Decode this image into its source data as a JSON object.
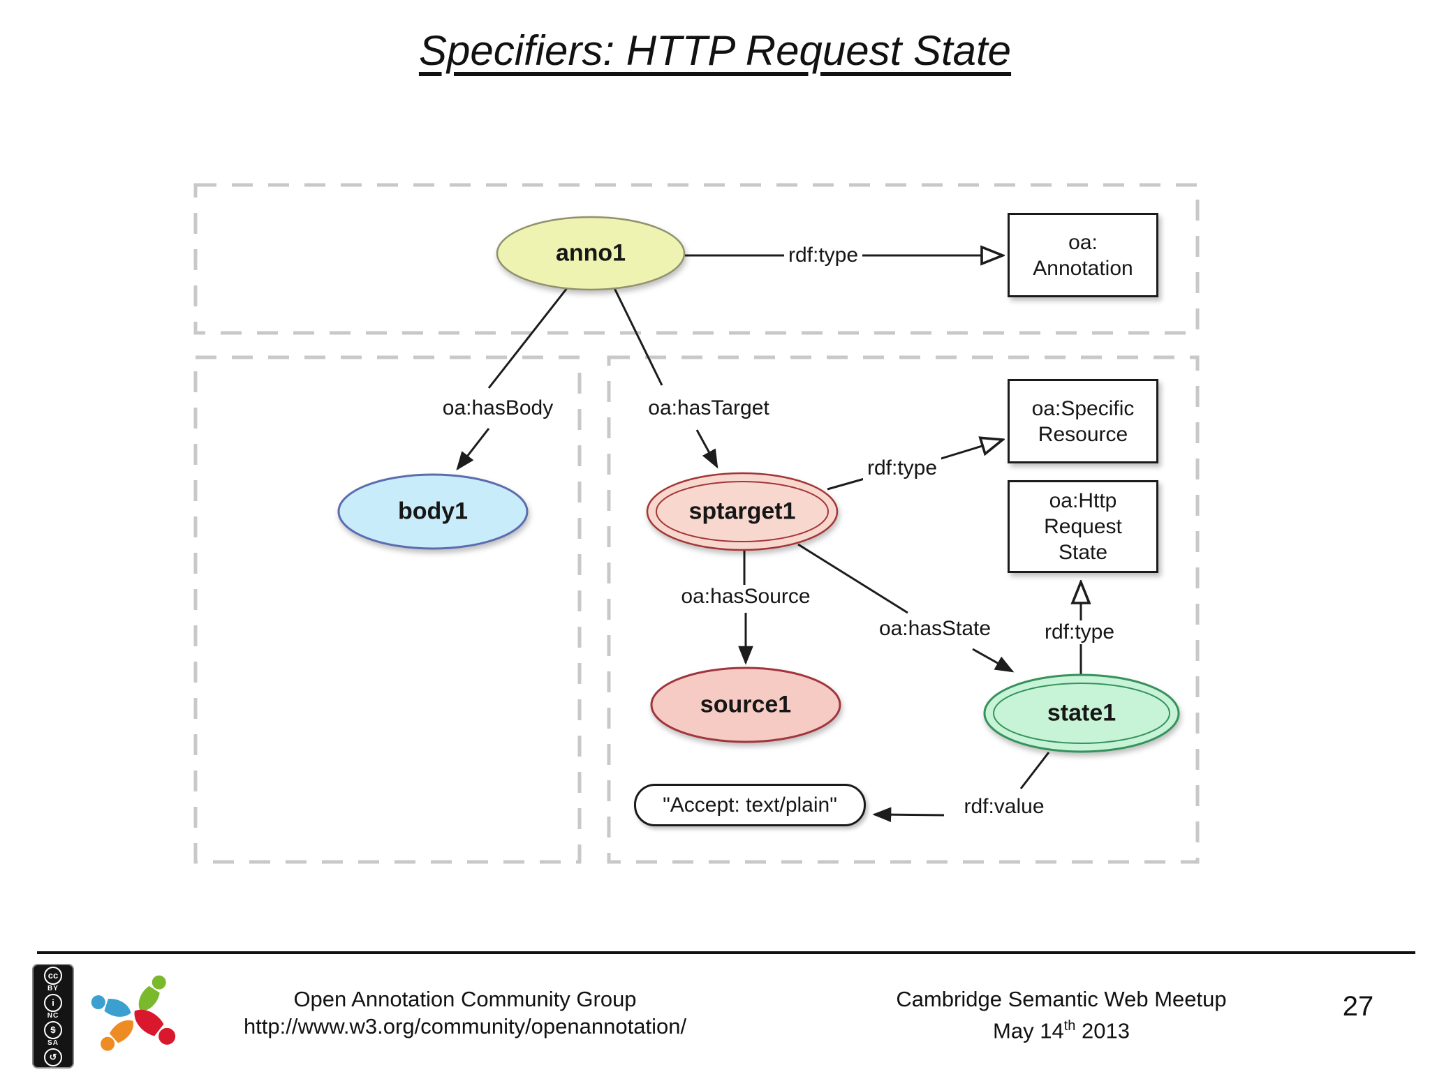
{
  "slide": {
    "title": "Specifiers: HTTP Request State",
    "page_number": "27"
  },
  "diagram": {
    "nodes": {
      "anno1": {
        "label": "anno1",
        "fill": "#eff3b2",
        "stroke": "#90916c",
        "shape": "ellipse"
      },
      "body1": {
        "label": "body1",
        "fill": "#c9ecfa",
        "stroke": "#5b6cae",
        "shape": "ellipse"
      },
      "sptarget1": {
        "label": "sptarget1",
        "fill": "#f8d8ce",
        "stroke": "#a13636",
        "shape": "double-ellipse"
      },
      "source1": {
        "label": "source1",
        "fill": "#f5cbc4",
        "stroke": "#a1363c",
        "shape": "ellipse"
      },
      "state1": {
        "label": "state1",
        "fill": "#c7f4d6",
        "stroke": "#35925c",
        "shape": "double-ellipse"
      },
      "literal": {
        "label": "\"Accept: text/plain\"",
        "shape": "rounded-rect"
      }
    },
    "classes": {
      "annotation": {
        "line1": "oa:",
        "line2": "Annotation"
      },
      "specific_resource": {
        "line1": "oa:Specific",
        "line2": "Resource"
      },
      "http_request_state": {
        "line1": "oa:Http",
        "line2": "Request",
        "line3": "State"
      }
    },
    "edge_labels": {
      "rdf_type_anno": "rdf:type",
      "has_body": "oa:hasBody",
      "has_target": "oa:hasTarget",
      "rdf_type_target": "rdf:type",
      "has_source": "oa:hasSource",
      "has_state": "oa:hasState",
      "rdf_type_state": "rdf:type",
      "rdf_value": "rdf:value"
    }
  },
  "footer": {
    "license": [
      {
        "name": "cc",
        "glyph": "cc",
        "label": ""
      },
      {
        "name": "by",
        "glyph": "i",
        "label": "BY"
      },
      {
        "name": "nc",
        "glyph": "$",
        "label": "NC"
      },
      {
        "name": "sa",
        "glyph": "↺",
        "label": "SA"
      }
    ],
    "left_line1": "Open Annotation Community Group",
    "left_line2": "http://www.w3.org/community/openannotation/",
    "right_line1": "Cambridge Semantic Web Meetup",
    "right_line2_pre": "May 14",
    "right_line2_sup": "th",
    "right_line2_post": " 2013",
    "logo_colors": {
      "blue": "#3b9fd0",
      "green": "#7ab82c",
      "red": "#d9182d",
      "orange": "#ee8b22"
    }
  }
}
